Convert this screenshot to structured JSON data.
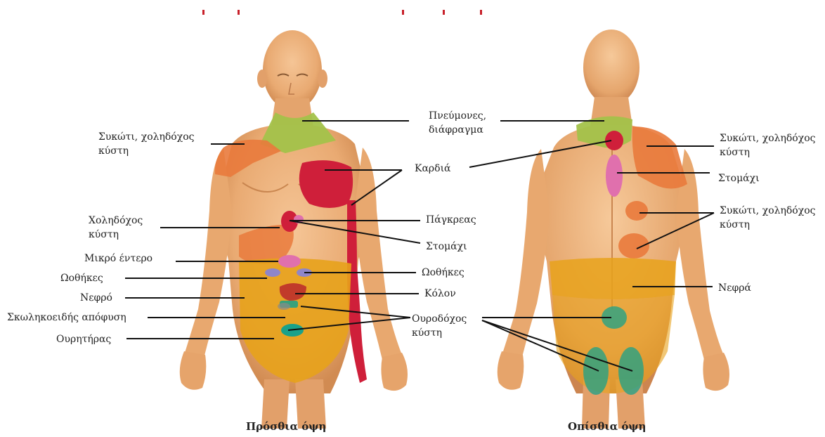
{
  "colors": {
    "skin": "#edb27e",
    "skin_shadow": "#d08d55",
    "lungs": "#a3c24a",
    "liver": "#e97a3c",
    "heart": "#cf1f3a",
    "stomach": "#e070ad",
    "intestine": "#e7a21b",
    "bladder": "#1aa18a",
    "kidney": "#f2b73a",
    "ovary": "#8f86c8"
  },
  "labels": {
    "lungs": [
      "Πνεύμονες,",
      "διάφραγμα"
    ],
    "heart": "Καρδιά",
    "pancreas": "Πάγκρεας",
    "stomach_front": "Στομάχι",
    "ovaries_right": "Ωοθήκες",
    "colon": "Κόλον",
    "bladder": [
      "Ουροδόχος",
      "κύστη"
    ],
    "liver_front": [
      "Συκώτι,  χοληδόχος",
      "κύστη"
    ],
    "gallbladder": [
      "Χοληδόχος",
      "κύστη"
    ],
    "small_intestine": "Μικρό έντερο",
    "ovaries_left": "Ωοθήκες",
    "kidney_front": "Νεφρό",
    "appendix": "Σκωληκοειδής απόφυση",
    "ureter": "Ουρητήρας",
    "liver_back_top": [
      "Συκώτι,  χοληδόχος",
      "κύστη"
    ],
    "stomach_back": "Στομάχι",
    "liver_back_mid": [
      "Συκώτι, χοληδόχος",
      "κύστη"
    ],
    "kidneys_back": "Νεφρά"
  },
  "captions": {
    "front": "Πρόσθια όψη",
    "back": "Οπίσθια όψη"
  }
}
